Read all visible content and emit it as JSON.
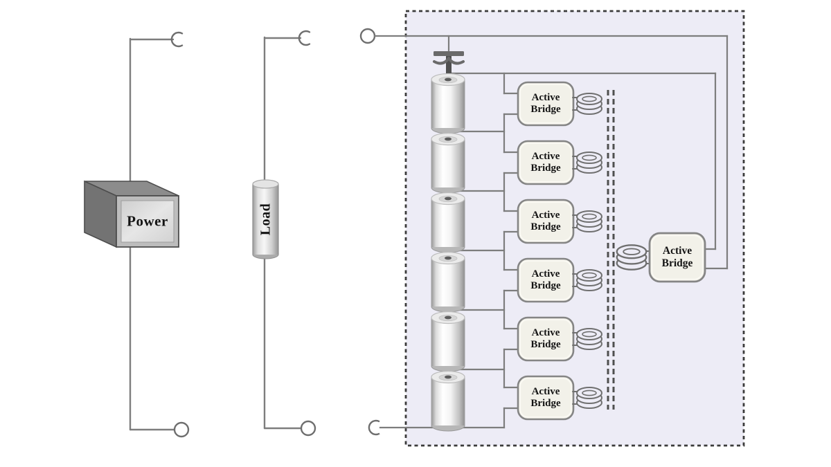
{
  "diagram": {
    "title_hint": "Power / Load / battery-cell stack with active-bridge converter panel",
    "power": {
      "label": "Power"
    },
    "load": {
      "label": "Load"
    },
    "panel": {
      "cells_count": 6,
      "module_bridges": [
        {
          "label": "Active\nBridge"
        },
        {
          "label": "Active\nBridge"
        },
        {
          "label": "Active\nBridge"
        },
        {
          "label": "Active\nBridge"
        },
        {
          "label": "Active\nBridge"
        },
        {
          "label": "Active\nBridge"
        }
      ],
      "central_bridge": {
        "label": "Active\nBridge"
      }
    }
  },
  "colors": {
    "background": "#ffffff",
    "panel_bg": "#edecf6",
    "panel_border": "#3b3b3b",
    "wire": "#7d7d7d",
    "bus_dash": "#4f4f4f",
    "bridge_fill": "#f2f1e9",
    "bridge_border": "#858585",
    "cell_edge": "#9a9a9a",
    "dark_metal": "#5a5a5a",
    "text": "#141414"
  }
}
